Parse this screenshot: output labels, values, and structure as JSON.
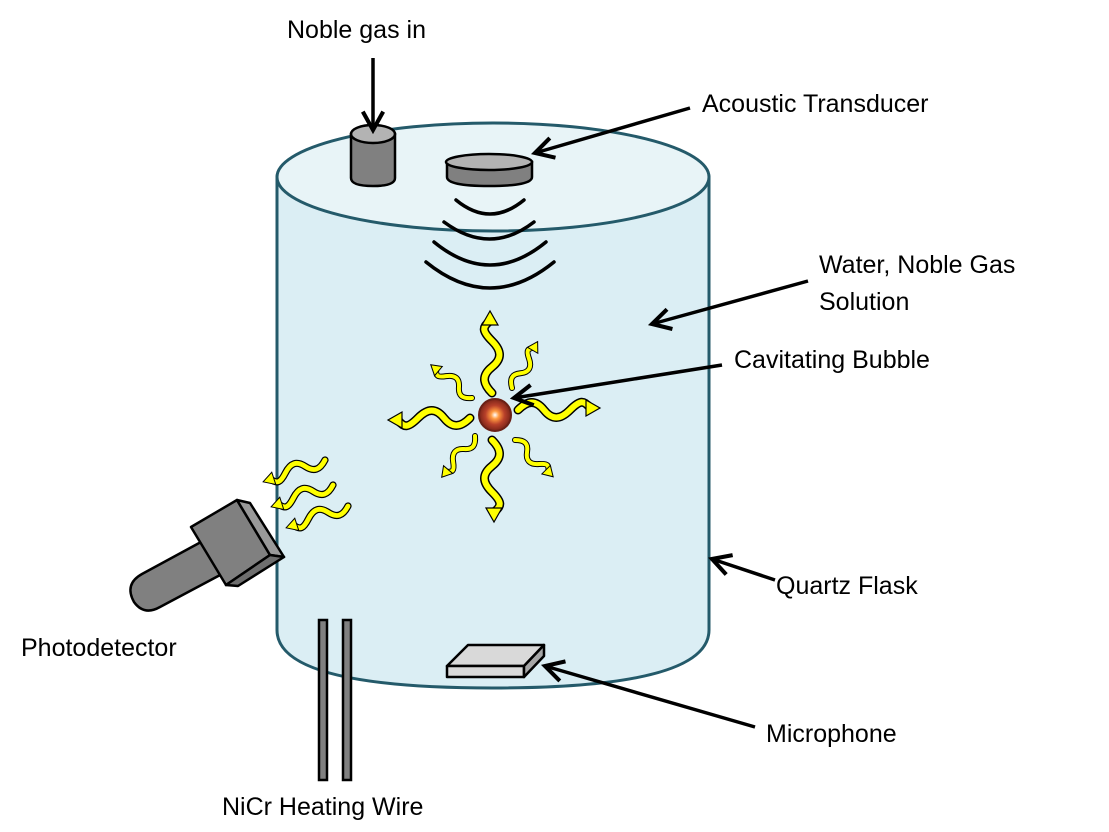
{
  "title": "Sonoluminescence experimental setup",
  "labels": {
    "noble_gas_in": "Noble gas in",
    "acoustic_transducer": "Acoustic Transducer",
    "solution_line1": "Water, Noble Gas",
    "solution_line2": "Solution",
    "cavitating_bubble": "Cavitating Bubble",
    "quartz_flask": "Quartz Flask",
    "photodetector": "Photodetector",
    "microphone": "Microphone",
    "heating_wire": "NiCr Heating Wire"
  },
  "colors": {
    "flask_fill": "#dbeef4",
    "flask_top_fill": "#e8f4f7",
    "flask_outline": "#245a6a",
    "device_gray": "#808080",
    "device_light_gray": "#b3b3b3",
    "microphone_fill": "#d9d9d9",
    "light_wave": "#ffff00",
    "bubble": "#8b2a1a"
  }
}
